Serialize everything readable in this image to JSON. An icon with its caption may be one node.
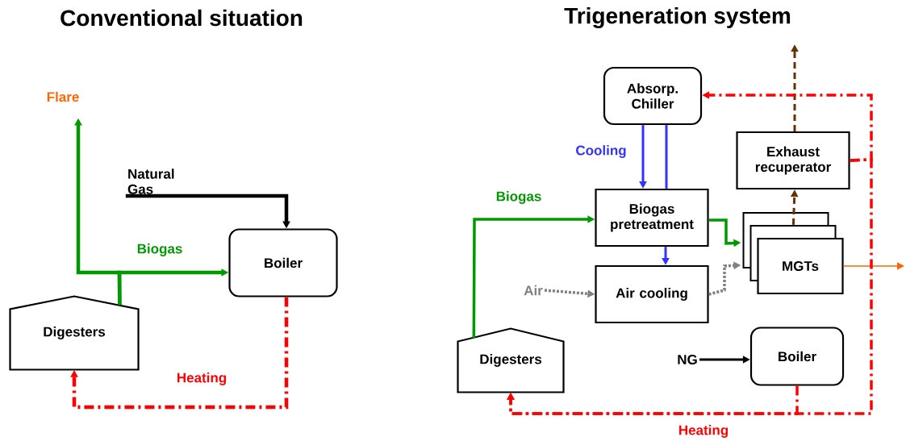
{
  "diagram": {
    "nodes": [
      {
        "text": [
          "Flare"
        ]
      },
      {
        "text": [
          "Natural Gas"
        ]
      },
      {
        "text": [
          "Boiler"
        ]
      },
      {
        "text": [
          "Digesters"
        ]
      },
      {
        "text": [
          "Absorp. Chiller"
        ]
      },
      {
        "text": [
          "Exhaust recuperator"
        ]
      },
      {
        "text": [
          "Biogas pretreatment"
        ]
      },
      {
        "text": [
          "MGTs"
        ]
      },
      {
        "text": [
          "Air cooling"
        ]
      },
      {
        "text": [
          "Air"
        ]
      },
      {
        "text": [
          "NG"
        ]
      },
      {
        "text": [
          "Boiler"
        ]
      },
      {
        "text": [
          "Digesters"
        ]
      }
    ],
    "edges": [
      {
        "from": 3,
        "to": 0,
        "arrow": "to",
        "color": "#009900"
      },
      {
        "from": 3,
        "to": 2,
        "arrow": "to",
        "label": "Biogas",
        "color": "#009900"
      },
      {
        "from": 1,
        "to": 2,
        "arrow": "to",
        "color": "#000000"
      },
      {
        "from": 2,
        "to": 3,
        "arrow": "to",
        "label": "Heating",
        "style": "dashed",
        "color": "#ff0000"
      },
      {
        "from": 12,
        "to": 6,
        "arrow": "to",
        "label": "Biogas",
        "color": "#009900"
      },
      {
        "from": 6,
        "to": 7,
        "arrow": "to",
        "color": "#009900"
      },
      {
        "from": 4,
        "to": 6,
        "arrow": "to",
        "label": "Cooling",
        "color": "#3333ff"
      },
      {
        "from": 4,
        "to": 6,
        "arrow": "none",
        "color": "#3333ff"
      },
      {
        "from": 6,
        "to": 8,
        "arrow": "to",
        "color": "#3333ff"
      },
      {
        "from": 9,
        "to": 8,
        "arrow": "to",
        "style": "dashed",
        "color": "#808080"
      },
      {
        "from": 8,
        "to": 7,
        "arrow": "to",
        "style": "dashed",
        "color": "#808080"
      },
      {
        "from": 7,
        "to": 5,
        "arrow": "to",
        "style": "dashed",
        "color": "#663300"
      },
      {
        "from": 5,
        "to": null,
        "arrow": "to",
        "style": "dashed",
        "color": "#663300"
      },
      {
        "from": 7,
        "to": null,
        "arrow": "to",
        "color": "#ff6600"
      },
      {
        "from": 10,
        "to": 11,
        "arrow": "to",
        "color": "#000000"
      },
      {
        "from": 5,
        "to": 4,
        "arrow": "to",
        "style": "dashed",
        "color": "#ff0000"
      },
      {
        "from": 5,
        "to": 12,
        "arrow": "to",
        "style": "dashed",
        "color": "#ff0000"
      },
      {
        "from": 11,
        "to": 12,
        "arrow": "to",
        "label": "Heating",
        "style": "dashed",
        "color": "#ff0000"
      }
    ],
    "labels": [
      "Conventional situation",
      "Trigeneration system"
    ]
  }
}
